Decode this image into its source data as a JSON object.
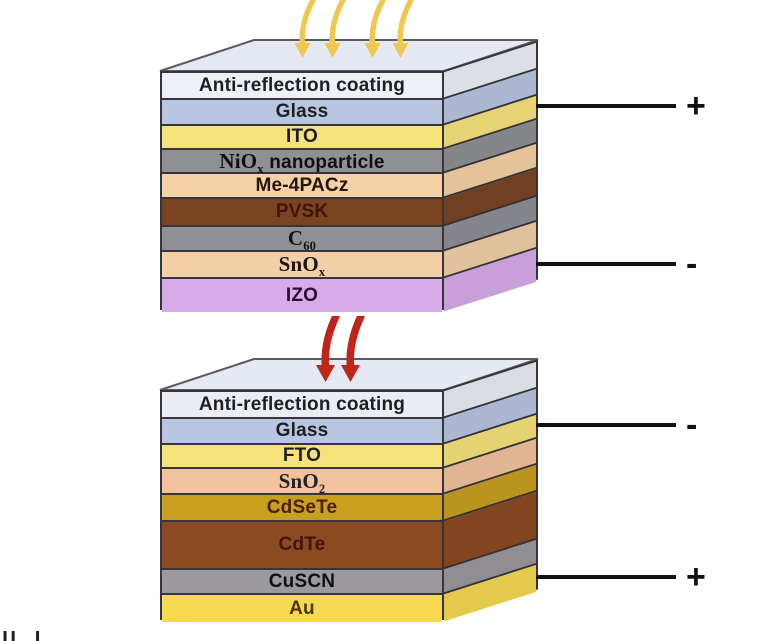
{
  "figure": {
    "background": "#ffffff",
    "outline_color": "#37353a",
    "topface_color": "#e4e9f3",
    "topface_edge_color": "#5b595f",
    "wire_color": "#111111",
    "caption_fragment": "ll. l",
    "arrows": {
      "sunlight": {
        "name": "incident-sunlight-arrows",
        "count": 4,
        "color": "#f0c851"
      },
      "transmitted": {
        "name": "transmitted-light-arrows",
        "count": 2,
        "color": "#c1251a"
      }
    },
    "stacks": [
      {
        "name": "top-cell-perovskite-stack",
        "terminals": [
          {
            "polarity": "+",
            "attached_layer": "ITO"
          },
          {
            "polarity": "-",
            "attached_layer": "IZO"
          }
        ],
        "layers": [
          {
            "parts": [
              {
                "t": "Anti-reflection coating"
              }
            ],
            "color": "#edf0f7",
            "text_color": "#1f1f22",
            "h": 27
          },
          {
            "parts": [
              {
                "t": "Glass"
              }
            ],
            "color": "#b9c6e2",
            "text_color": "#1f1f22",
            "h": 26
          },
          {
            "parts": [
              {
                "t": "ITO"
              }
            ],
            "color": "#f6e37d",
            "text_color": "#1f1f22",
            "h": 24
          },
          {
            "parts": [
              {
                "t": "NiO",
                "serif": true
              },
              {
                "t": "x",
                "sub": true,
                "serif": true
              },
              {
                "t": " nanoparticle"
              }
            ],
            "color": "#8e9094",
            "text_color": "#0f0f12",
            "h": 24
          },
          {
            "parts": [
              {
                "t": "Me-4PACz"
              }
            ],
            "color": "#f5d1a6",
            "text_color": "#26150a",
            "h": 25
          },
          {
            "parts": [
              {
                "t": "PVSK"
              }
            ],
            "color": "#7a4423",
            "text_color": "#401305",
            "h": 28
          },
          {
            "parts": [
              {
                "t": "C",
                "serif": true
              },
              {
                "t": "60",
                "sub": true,
                "serif": true
              }
            ],
            "color": "#8f9095",
            "text_color": "#141417",
            "h": 25
          },
          {
            "parts": [
              {
                "t": "SnO",
                "serif": true
              },
              {
                "t": "x",
                "sub": true,
                "serif": true
              }
            ],
            "color": "#f2cfa7",
            "text_color": "#1c140c",
            "h": 27
          },
          {
            "parts": [
              {
                "t": "IZO"
              }
            ],
            "color": "#d7abe9",
            "text_color": "#270b30",
            "h": 33
          }
        ]
      },
      {
        "name": "bottom-cell-cdte-stack",
        "terminals": [
          {
            "polarity": "-",
            "attached_layer": "FTO"
          },
          {
            "polarity": "+",
            "attached_layer": "Au"
          }
        ],
        "layers": [
          {
            "parts": [
              {
                "t": "Anti-reflection coating"
              }
            ],
            "color": "#eaedf4",
            "text_color": "#1f1f22",
            "h": 27
          },
          {
            "parts": [
              {
                "t": "Glass"
              }
            ],
            "color": "#b9c6e2",
            "text_color": "#1f1f22",
            "h": 26
          },
          {
            "parts": [
              {
                "t": "FTO"
              }
            ],
            "color": "#f6e27c",
            "text_color": "#1f1f22",
            "h": 24
          },
          {
            "parts": [
              {
                "t": "SnO",
                "serif": true
              },
              {
                "t": "2",
                "sub": true,
                "serif": true
              }
            ],
            "color": "#f2c39c",
            "text_color": "#222222",
            "h": 26
          },
          {
            "parts": [
              {
                "t": "CdSeTe"
              }
            ],
            "color": "#c99f1f",
            "text_color": "#4a1d04",
            "h": 27
          },
          {
            "parts": [
              {
                "t": "CdTe"
              }
            ],
            "color": "#8b4a21",
            "text_color": "#44130a",
            "h": 48
          },
          {
            "parts": [
              {
                "t": "CuSCN"
              }
            ],
            "color": "#9c999e",
            "text_color": "#101013",
            "h": 25
          },
          {
            "parts": [
              {
                "t": "Au"
              }
            ],
            "color": "#f6d851",
            "text_color": "#4a3804",
            "h": 27
          }
        ]
      }
    ]
  }
}
